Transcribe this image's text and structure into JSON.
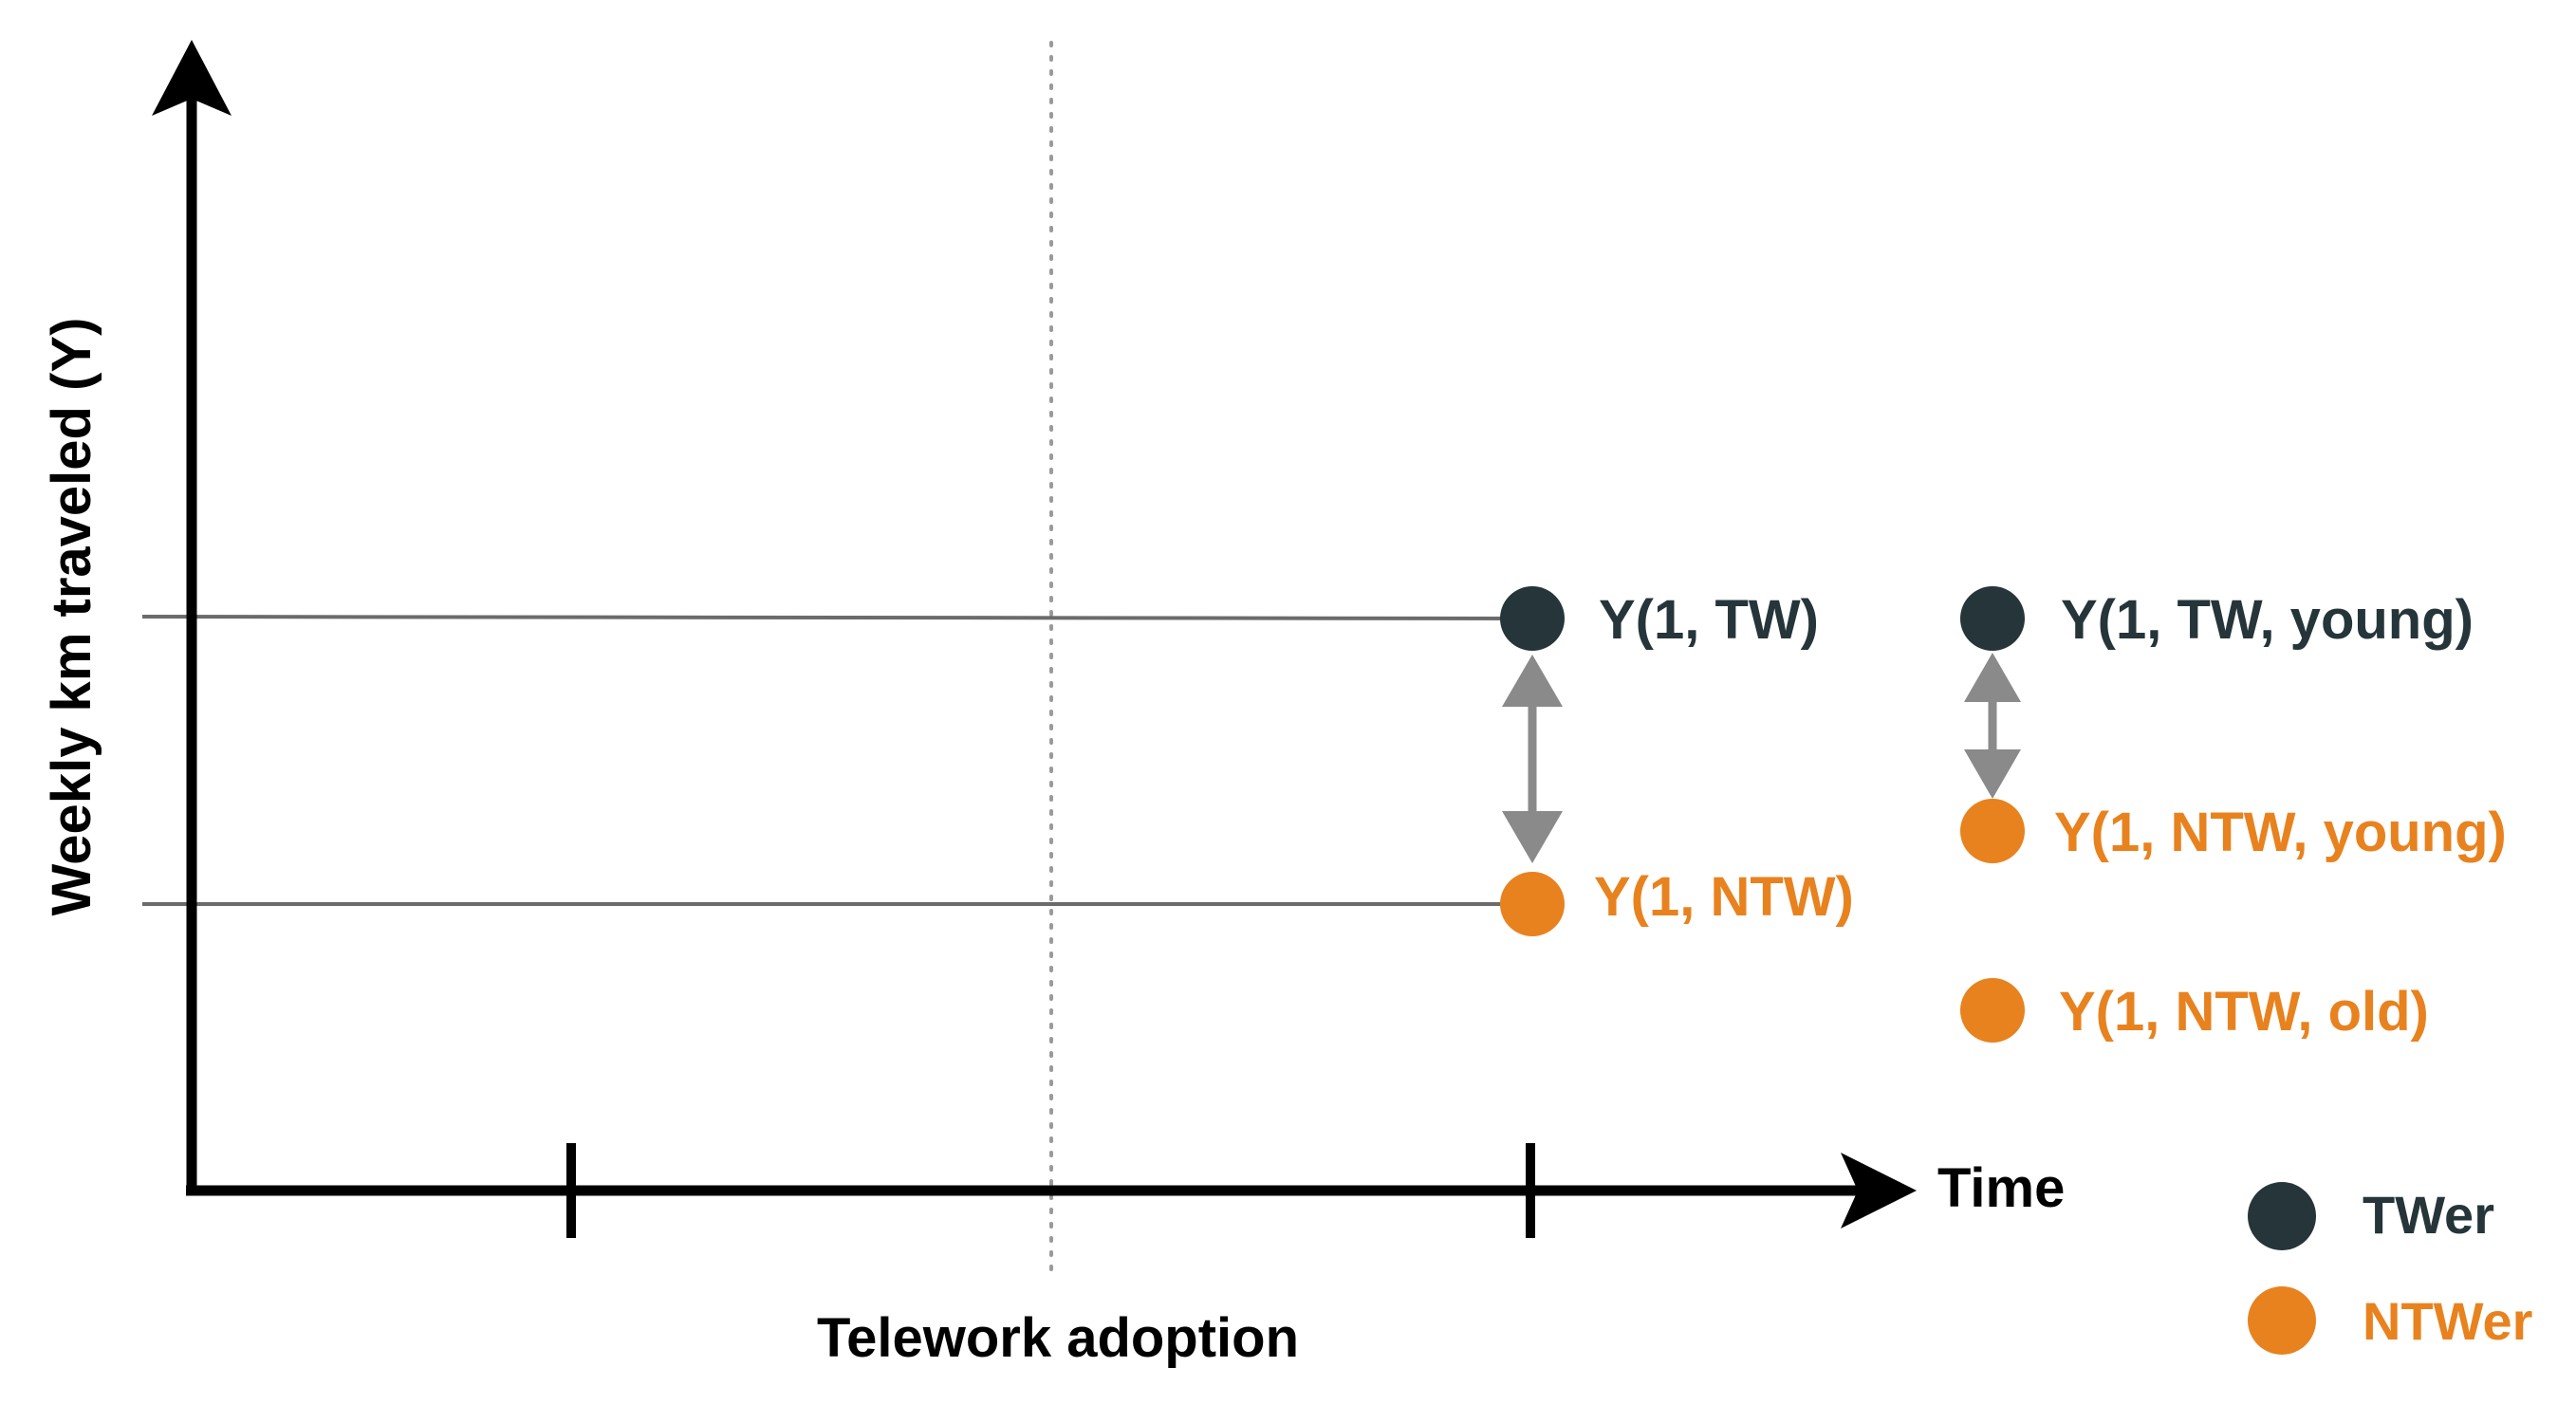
{
  "diagram": {
    "y_axis_label": "Weekly km traveled (Y)",
    "x_axis_label": "Time",
    "event_label": "Telework adoption",
    "points": {
      "tw": "Y(1, TW)",
      "ntw": "Y(1, NTW)",
      "tw_young": "Y(1, TW, young)",
      "ntw_young": "Y(1, NTW, young)",
      "ntw_old": "Y(1, NTW, old)"
    },
    "legend": {
      "twer": "TWer",
      "ntwer": "NTWer"
    },
    "colors": {
      "twer": "#253539",
      "ntwer": "#e8821e",
      "arrow": "#8a8a8a",
      "axis": "#000000",
      "guide_line": "#6b6b6b",
      "dotted_line": "#9a9a9a"
    },
    "icons": {
      "axis_arrow": "arrowhead",
      "double_arrow": "double-headed-arrow"
    }
  }
}
